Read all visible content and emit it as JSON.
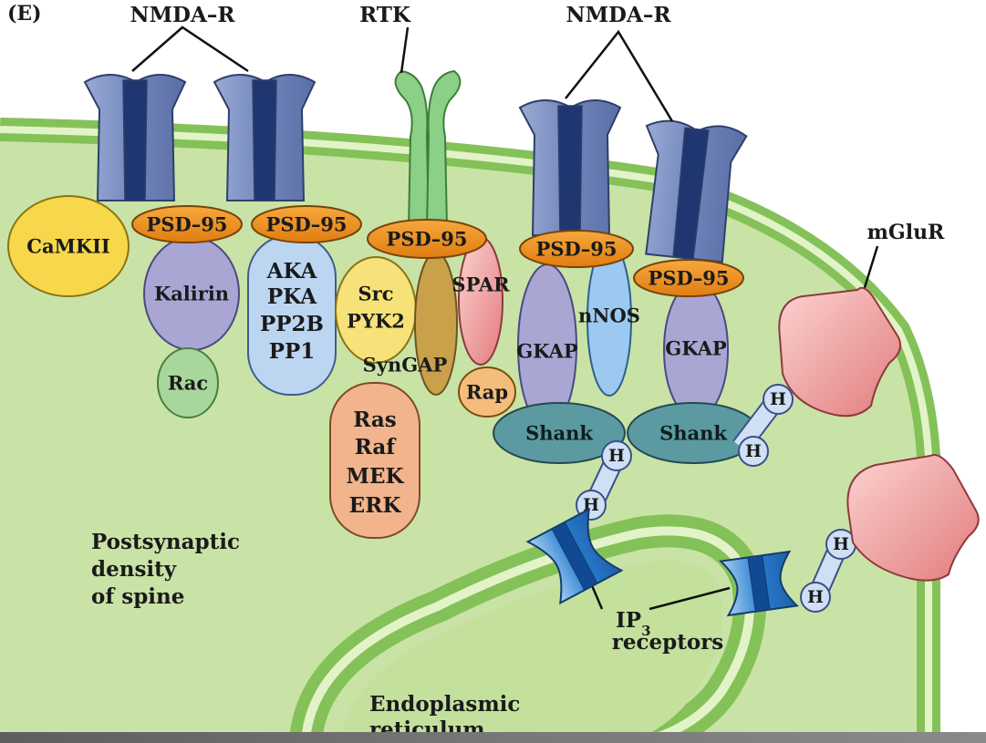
{
  "panel_label": "(E)",
  "top_labels": {
    "nmda_left": "NMDA–R",
    "rtk": "RTK",
    "nmda_right": "NMDA–R",
    "mglur": "mGluR"
  },
  "proteins": {
    "camkii": "CaMKII",
    "psd95": "PSD–95",
    "kalirin": "Kalirin",
    "rac": "Rac",
    "aka_group": [
      "AKA",
      "PKA",
      "PP2B",
      "PP1"
    ],
    "src": "Src",
    "pyk2": "PYK2",
    "syngap": "SynGAP",
    "spar": "SPAR",
    "rap": "Rap",
    "ras_group": [
      "Ras",
      "Raf",
      "MEK",
      "ERK"
    ],
    "gkap": "GKAP",
    "nnos": "nNOS",
    "shank": "Shank",
    "homer": "H"
  },
  "ip3_label": {
    "main": "IP",
    "sub": "3",
    "line2": "receptors"
  },
  "region_labels": {
    "psd": [
      "Postsynaptic",
      "density",
      "of spine"
    ],
    "er": [
      "Endoplasmic",
      "reticulum"
    ]
  },
  "colors": {
    "cytoplasm": "#c9e3a6",
    "membrane": "#8cc65a",
    "nmda": "#7f93c2",
    "psd95": "#f0931e",
    "camkii": "#f7d84a",
    "purple": "#a9a6d4",
    "blue_light": "#bcd6f2",
    "green_rac": "#a8d79b",
    "salmon": "#f2b48c",
    "pink": "#ee9a9a",
    "shank": "#5c9aa2",
    "ip3r": "#2d86d6"
  }
}
